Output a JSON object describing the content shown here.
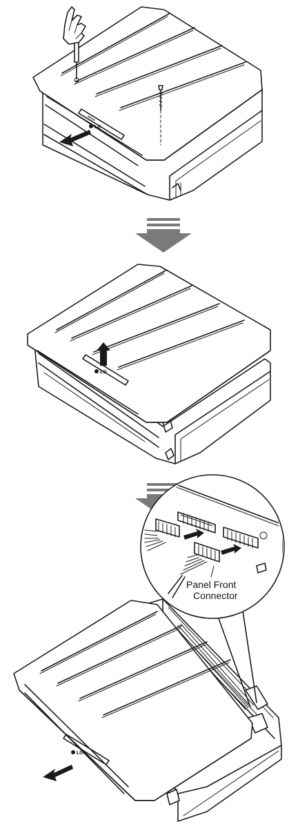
{
  "diagram": {
    "steps": [
      {
        "id": "step-1",
        "action": "remove-screw"
      },
      {
        "id": "step-2",
        "action": "lift-front-panel"
      },
      {
        "id": "step-3",
        "action": "disconnect-panel-front-connector"
      }
    ],
    "callout": {
      "label_line1": "Panel Front",
      "label_line2": "Connector"
    },
    "brand_mark": "LG",
    "colors": {
      "line": "#1a1a1a",
      "step_arrow": "#7a7a7a",
      "background": "#ffffff"
    },
    "icons": [
      "hand-with-screwdriver-icon",
      "screw-icon",
      "direction-arrow-icon",
      "step-down-arrow-icon"
    ]
  }
}
